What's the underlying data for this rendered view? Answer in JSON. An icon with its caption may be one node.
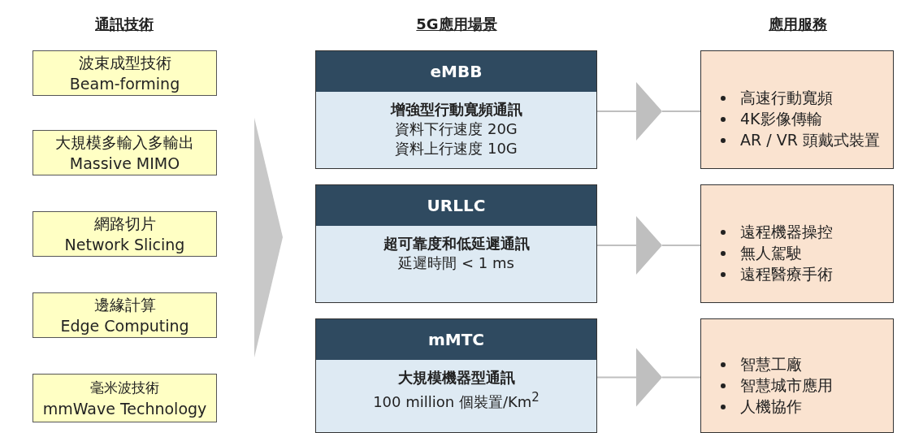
{
  "diagram": {
    "nodes": [
      {
        "text": [
          "波束成型技術",
          "Beam-forming"
        ]
      },
      {
        "text": [
          "大規模多輸入多輸出",
          "Massive MIMO"
        ]
      },
      {
        "text": [
          "網路切片",
          "Network Slicing"
        ]
      },
      {
        "text": [
          "邊緣計算",
          "Edge Computing"
        ]
      },
      {
        "text": [
          "毫米波技術",
          "mmWave Technology"
        ]
      },
      {
        "text": [
          "eMBB",
          "增強型行動寬頻通訊",
          "資料下行速度 20G",
          "資料上行速度 10G"
        ]
      },
      {
        "text": [
          "URLLC",
          "超可靠度和低延遲通訊",
          "延遲時間 < 1 ms"
        ]
      },
      {
        "text": [
          "mMTC",
          "大規模機器型通訊",
          "100 million 個裝置/Km$^{2}$"
        ]
      },
      {
        "text": [
          "高速行動寬頻",
          "4K影像傳輸",
          "AR / VR 頭戴式裝置"
        ]
      },
      {
        "text": [
          "遠程機器操控",
          "無人駕駛",
          "遠程醫療手術"
        ]
      },
      {
        "text": [
          "智慧工廠",
          "智慧城市應用",
          "人機協作"
        ]
      },
      {
        "text": [],
        "shape": "chevron"
      }
    ],
    "edges": [
      {
        "from": 5,
        "to": 8,
        "arrow": "to"
      },
      {
        "from": 6,
        "to": 9,
        "arrow": "to"
      },
      {
        "from": 7,
        "to": 10,
        "arrow": "to"
      }
    ],
    "labels": [
      "通訊技術",
      "5G應用場景",
      "應用服務"
    ]
  }
}
